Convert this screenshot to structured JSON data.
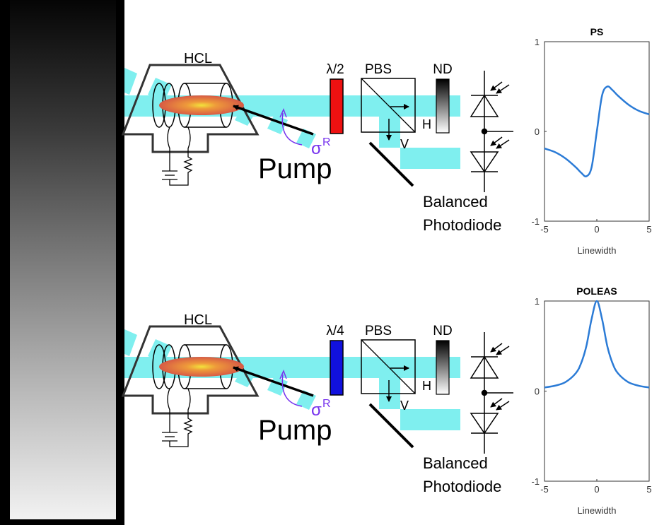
{
  "colors": {
    "beam": "#7fefef",
    "half_wave_plate": "#ee1111",
    "quarter_wave_plate": "#1111dd",
    "sigma_label": "#7733ee",
    "curve": "#2b7bd6",
    "sidebar_bg": "#000000"
  },
  "panels": [
    {
      "lamp_label": "HCL",
      "waveplate_label": "λ/2",
      "pbs_label": "PBS",
      "nd_label": "ND",
      "h_label": "H",
      "v_label": "V",
      "pump_label": "Pump",
      "sigma_label": "σ",
      "sigma_sup": "R",
      "detector_label_line1": "Balanced",
      "detector_label_line2": "Photodiode"
    },
    {
      "lamp_label": "HCL",
      "waveplate_label": "λ/4",
      "pbs_label": "PBS",
      "nd_label": "ND",
      "h_label": "H",
      "v_label": "V",
      "pump_label": "Pump",
      "sigma_label": "σ",
      "sigma_sup": "R",
      "detector_label_line1": "Balanced",
      "detector_label_line2": "Photodiode"
    }
  ],
  "chart_data": [
    {
      "type": "line",
      "title": "PS",
      "xlabel": "Linewidth",
      "ylabel": "",
      "xlim": [
        -5,
        5
      ],
      "ylim": [
        -1,
        1
      ],
      "xticks": [
        "-5",
        "0",
        "5"
      ],
      "yticks": [
        "-1",
        "0",
        "1"
      ],
      "x": [
        -5,
        -4,
        -3,
        -2,
        -1.5,
        -1,
        -0.5,
        0,
        0.5,
        1,
        1.5,
        2,
        3,
        4,
        5
      ],
      "y": [
        -0.19,
        -0.23,
        -0.3,
        -0.4,
        -0.46,
        -0.5,
        -0.4,
        0,
        0.4,
        0.5,
        0.46,
        0.4,
        0.3,
        0.23,
        0.19
      ],
      "grid": false
    },
    {
      "type": "line",
      "title": "POLEAS",
      "xlabel": "Linewidth",
      "ylabel": "",
      "xlim": [
        -5,
        5
      ],
      "ylim": [
        -1,
        1
      ],
      "xticks": [
        "-5",
        "0",
        "5"
      ],
      "yticks": [
        "-1",
        "0",
        "1"
      ],
      "x": [
        -5,
        -4,
        -3,
        -2,
        -1.5,
        -1,
        -0.5,
        0,
        0.5,
        1,
        1.5,
        2,
        3,
        4,
        5
      ],
      "y": [
        0.04,
        0.06,
        0.1,
        0.2,
        0.31,
        0.5,
        0.8,
        1.0,
        0.8,
        0.5,
        0.31,
        0.2,
        0.1,
        0.06,
        0.04
      ],
      "grid": false
    }
  ]
}
